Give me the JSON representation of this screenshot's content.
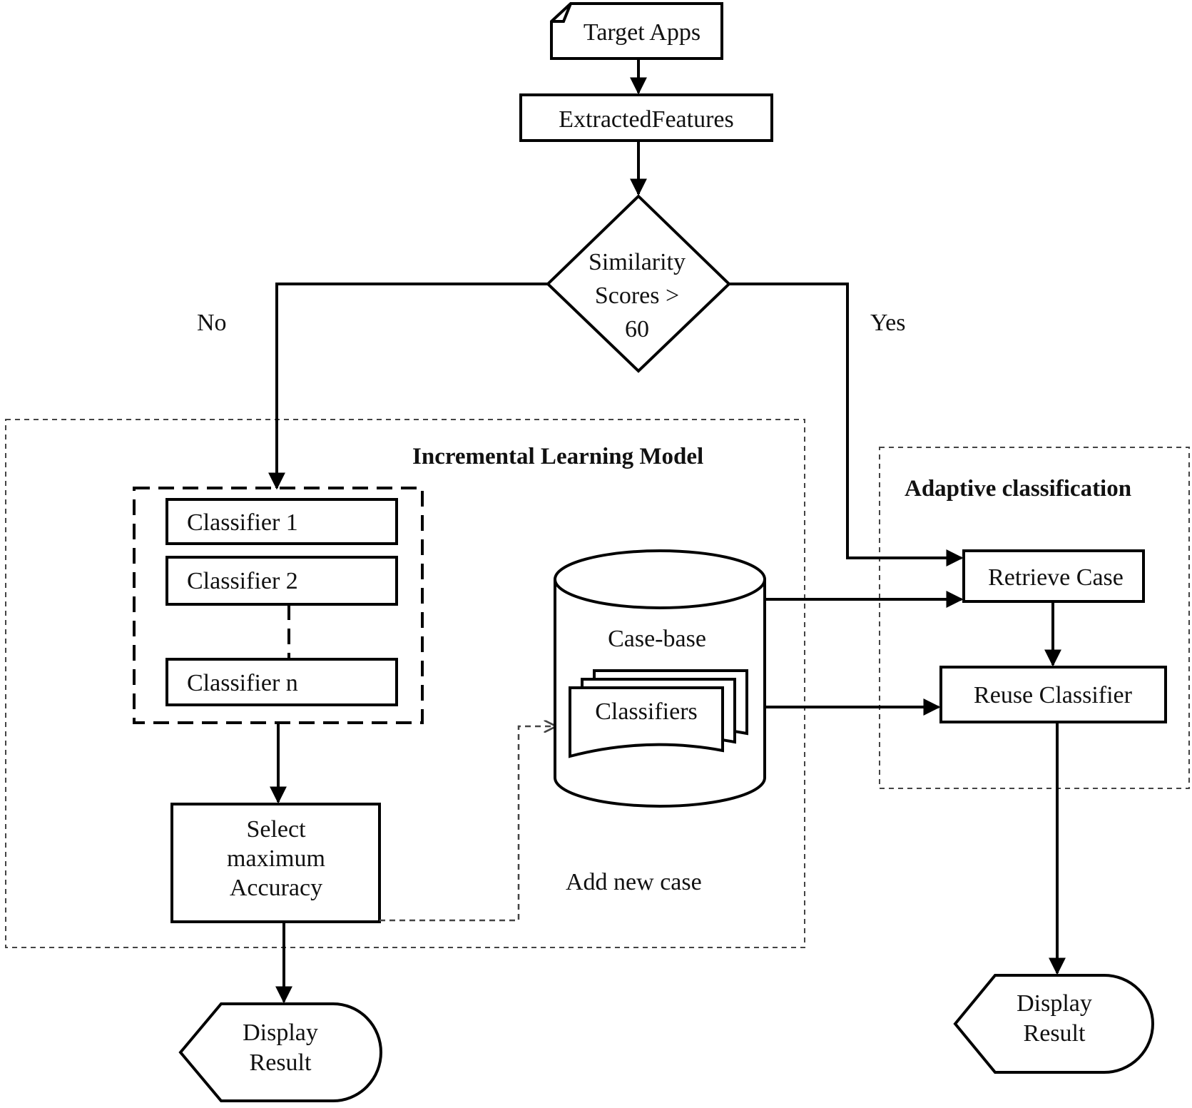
{
  "nodes": {
    "target_apps": "Target Apps",
    "extracted_features": "ExtractedFeatures",
    "similarity_line1": "Similarity",
    "similarity_line2": "Scores >",
    "similarity_line3": "60",
    "classifier_1": "Classifier 1",
    "classifier_2": "Classifier 2",
    "classifier_n": "Classifier n",
    "select_line1": "Select",
    "select_line2": "maximum",
    "select_line3": "Accuracy",
    "case_base": "Case-base",
    "classifiers": "Classifiers",
    "add_new_case": "Add new case",
    "retrieve_case": "Retrieve Case",
    "reuse_classifier": "Reuse Classifier",
    "display_left_line1": "Display",
    "display_left_line2": "Result",
    "display_right_line1": "Display",
    "display_right_line2": "Result"
  },
  "branches": {
    "no": "No",
    "yes": "Yes"
  },
  "groups": {
    "incremental": "Incremental Learning Model",
    "adaptive": "Adaptive classification"
  }
}
